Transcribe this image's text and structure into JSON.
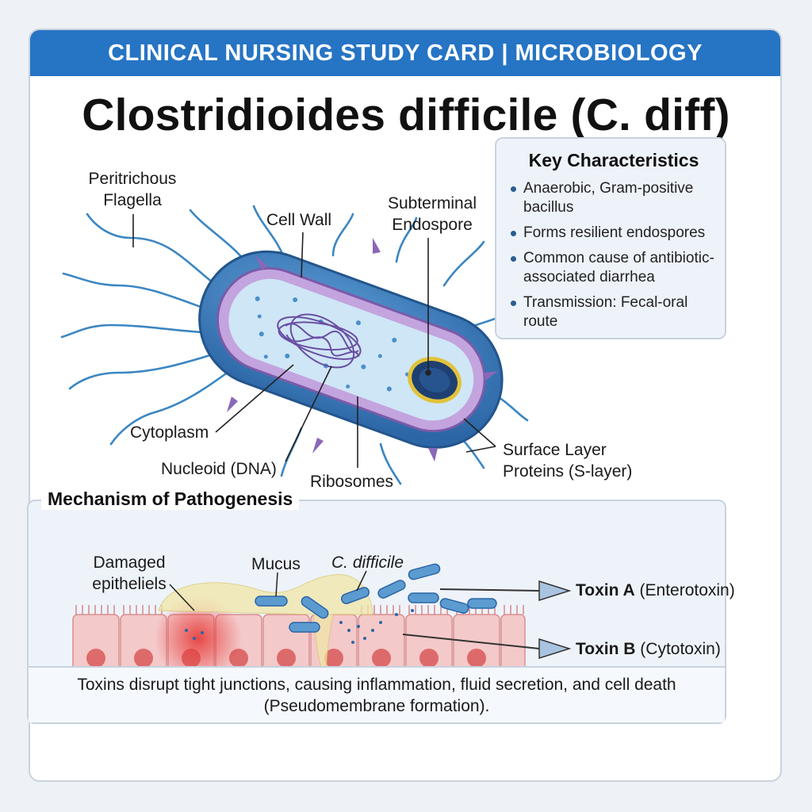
{
  "banner": "CLINICAL NURSING STUDY CARD | MICROBIOLOGY",
  "title": "Clostridioides difficile (C. diff)",
  "labels": {
    "flagella": "Peritrichous\nFlagella",
    "cell_wall": "Cell Wall",
    "endospore": "Subterminal\nEndospore",
    "cytoplasm": "Cytoplasm",
    "nucleoid": "Nucleoid (DNA)",
    "ribosomes": "Ribosomes",
    "s_layer": "Surface Layer\nProteins (S-layer)"
  },
  "key": {
    "title": "Key Characteristics",
    "items": [
      "Anaerobic, Gram-positive bacillus",
      "Forms resilient endospores",
      "Common cause of antibiotic-associated diarrhea",
      "Transmission: Fecal-oral route"
    ]
  },
  "mechanism": {
    "title": "Mechanism of Pathogenesis",
    "damaged": "Damaged\nepitheliels",
    "mucus": "Mucus",
    "cdiff": "C. difficile",
    "toxin_a_name": "Toxin A",
    "toxin_a_type": "(Enterotoxin)",
    "toxin_b_name": "Toxin B",
    "toxin_b_type": "(Cytotoxin)",
    "summary": "Toxins disrupt tight junctions, causing inflammation, fluid secretion, and cell death (Pseudomembrane formation)."
  },
  "colors": {
    "banner": "#2674c4",
    "cell_outer": "#3d7fc1",
    "membrane": "#9b7cc4",
    "cytoplasm": "#c9e2f4",
    "endospore_ring": "#e2c23a",
    "epithelium": "#f4c9c9",
    "inflammation": "#e63a3a"
  }
}
